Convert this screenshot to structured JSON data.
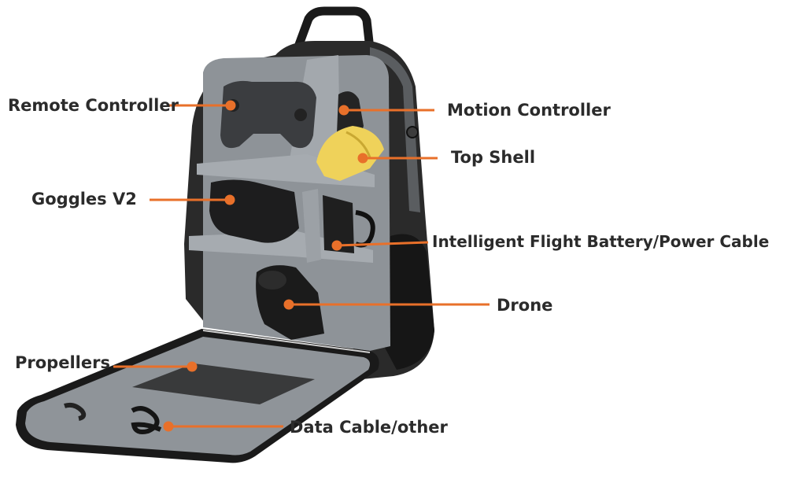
{
  "callouts": {
    "remote_controller": "Remote Controller",
    "goggles_v2": "Goggles V2",
    "propellers": "Propellers",
    "motion_controller": "Motion Controller",
    "top_shell": "Top Shell",
    "battery_power_cable": "Intelligent Flight Battery/Power Cable",
    "drone": "Drone",
    "data_cable_other": "Data Cable/other"
  },
  "colors": {
    "callout_line": "#e8702a",
    "label_text": "#2b2b2b",
    "bag_shell": "#1c1c1c",
    "bag_lining": "#8e9398",
    "divider": "#a3a8ad"
  }
}
